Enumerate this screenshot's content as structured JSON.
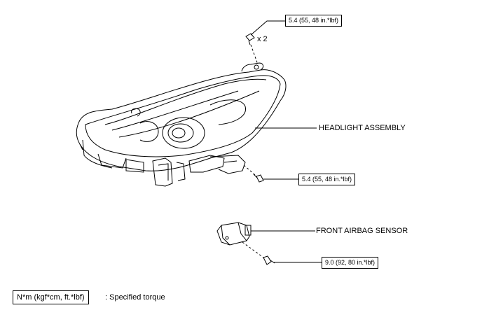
{
  "torque": {
    "headlight_top": "5.4 (55, 48 in.*lbf)",
    "headlight_side": "5.4 (55, 48 in.*lbf)",
    "airbag_sensor": "9.0 (92, 80 in.*lbf)"
  },
  "qty_label": "x 2",
  "parts": {
    "headlight": "HEADLIGHT ASSEMBLY",
    "airbag_sensor": "FRONT AIRBAG SENSOR"
  },
  "legend": {
    "units": "N*m (kgf*cm, ft.*lbf)",
    "description": ": Specified torque"
  }
}
